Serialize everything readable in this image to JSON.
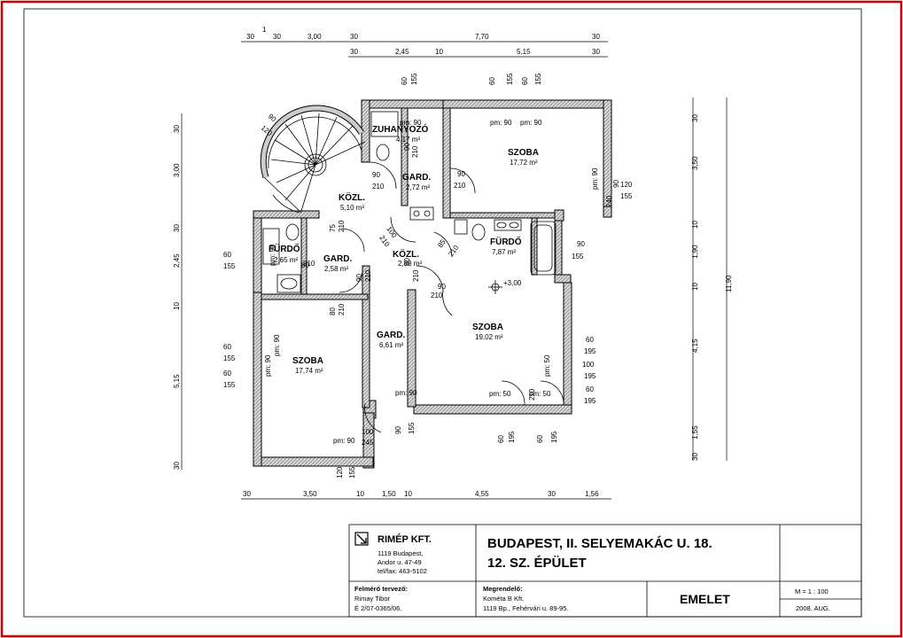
{
  "dimensions": {
    "top_row1": [
      "30",
      "1",
      "30",
      "3,00",
      "30",
      "7,70",
      "30"
    ],
    "top_row2": [
      "30",
      "2,45",
      "10",
      "5,15",
      "30"
    ],
    "bottom_row": [
      "30",
      "3,50",
      "10",
      "1,50",
      "10",
      "4,55",
      "30",
      "1,56"
    ],
    "left_col": [
      "30",
      "3,00",
      "30",
      "2,45",
      "10",
      "5,15",
      "30"
    ],
    "right_col": [
      "30",
      "3,50",
      "10",
      "1,90",
      "10",
      "4,15",
      "1,55",
      "30"
    ],
    "right_total": "11,90"
  },
  "openings": {
    "top_parapet": [
      "60",
      "155",
      "60",
      "155",
      "60",
      "155"
    ],
    "left_parapet": [
      "60",
      "155",
      "60",
      "155",
      "60",
      "155"
    ],
    "right_parapet": [
      "120",
      "155",
      "90",
      "155",
      "60",
      "195",
      "100",
      "195",
      "60",
      "195"
    ],
    "bottom_parapet": [
      "90",
      "155",
      "60",
      "195",
      "60",
      "195",
      "120",
      "155"
    ],
    "door_labels": [
      "90",
      "210",
      "90",
      "210",
      "90",
      "210",
      "100",
      "210",
      "85",
      "210",
      "80",
      "210",
      "90",
      "210",
      "75",
      "210",
      "80",
      "210",
      "90",
      "210",
      "100",
      "245",
      "240",
      "90",
      "80",
      "210",
      "210"
    ],
    "pm_labels": [
      "pm: 90",
      "pm: 90",
      "pm: 90",
      "pm: 90",
      "pm: 90",
      "pm: 90",
      "pm: 90",
      "pm: 50",
      "pm: 50",
      "pm: 50",
      "pm: 90",
      "pm: 90"
    ]
  },
  "stair": {
    "labels": [
      "90",
      "120"
    ]
  },
  "elevation": "+3,00",
  "rooms": [
    {
      "name": "ZUHANYOZÓ",
      "area": "4,17 m²"
    },
    {
      "name": "SZOBA",
      "area": "17,72 m²"
    },
    {
      "name": "GARD.",
      "area": "2,72 m²"
    },
    {
      "name": "KÖZL.",
      "area": "5,10 m²"
    },
    {
      "name": "FÜRDŐ",
      "area": "2,65 m²"
    },
    {
      "name": "GARD.",
      "area": "2,58 m²"
    },
    {
      "name": "KÖZL.",
      "area": "2,88 m²"
    },
    {
      "name": "FÜRDŐ",
      "area": "7,87 m²"
    },
    {
      "name": "SZOBA",
      "area": "19,02 m²"
    },
    {
      "name": "GARD.",
      "area": "6,61 m²"
    },
    {
      "name": "SZOBA",
      "area": "17,74 m²"
    }
  ],
  "title_block": {
    "firm_name": "RIMÉP KFT.",
    "firm_address": [
      "1119 Budapest,",
      "Andor u. 47-49",
      "tel/fax: 463-5102"
    ],
    "surveyor_label": "Felmérő tervező:",
    "surveyor_name": "Rimay Tibor",
    "surveyor_id": "É 2/07-0365/06.",
    "title_line1": "BUDAPEST, II. SELYEMAKÁC U. 18.",
    "title_line2": "12. SZ. ÉPÜLET",
    "client_label": "Megrendelő:",
    "client_name": "Kométa B Kft.",
    "client_address": "1119 Bp., Fehérvári u. 89-95.",
    "drawing_name": "EMELET",
    "scale": "M = 1 : 100",
    "date": "2008. AUG."
  },
  "colors": {
    "border": "#cc0000",
    "ink": "#000000",
    "wall_hatch": "#888888"
  }
}
